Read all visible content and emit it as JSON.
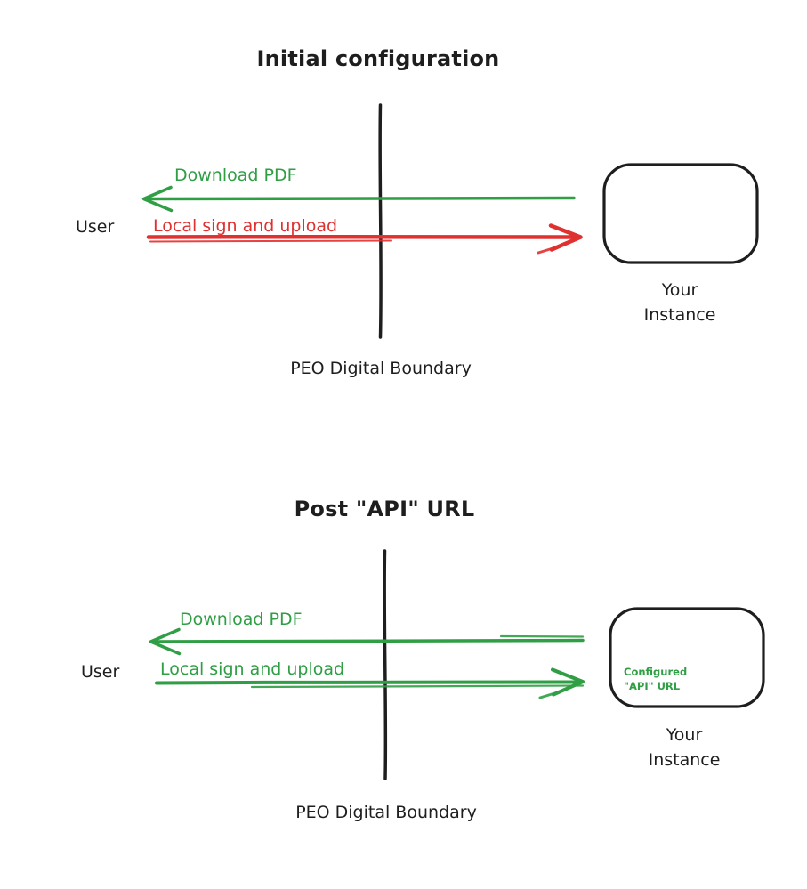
{
  "colors": {
    "ink": "#1e1e1e",
    "green": "#2f9e44",
    "red": "#e03131",
    "background": "#ffffff"
  },
  "diagrams": [
    {
      "title": "Initial configuration",
      "user_label": "User",
      "download_arrow_label": "Download PDF",
      "download_arrow_color": "#2f9e44",
      "download_arrow_direction": "left",
      "upload_arrow_label": "Local sign and upload",
      "upload_arrow_color": "#e03131",
      "upload_arrow_direction": "right",
      "boundary_label": "PEO Digital Boundary",
      "instance_label_line1": "Your",
      "instance_label_line2": "Instance"
    },
    {
      "title": "Post \"API\" URL",
      "user_label": "User",
      "download_arrow_label": "Download PDF",
      "download_arrow_color": "#2f9e44",
      "download_arrow_direction": "left",
      "upload_arrow_label": "Local sign and upload",
      "upload_arrow_color": "#2f9e44",
      "upload_arrow_direction": "right",
      "boundary_label": "PEO Digital Boundary",
      "instance_label_line1": "Your",
      "instance_label_line2": "Instance",
      "box_note_line1": "Configured",
      "box_note_line2": "\"API\" URL"
    }
  ]
}
